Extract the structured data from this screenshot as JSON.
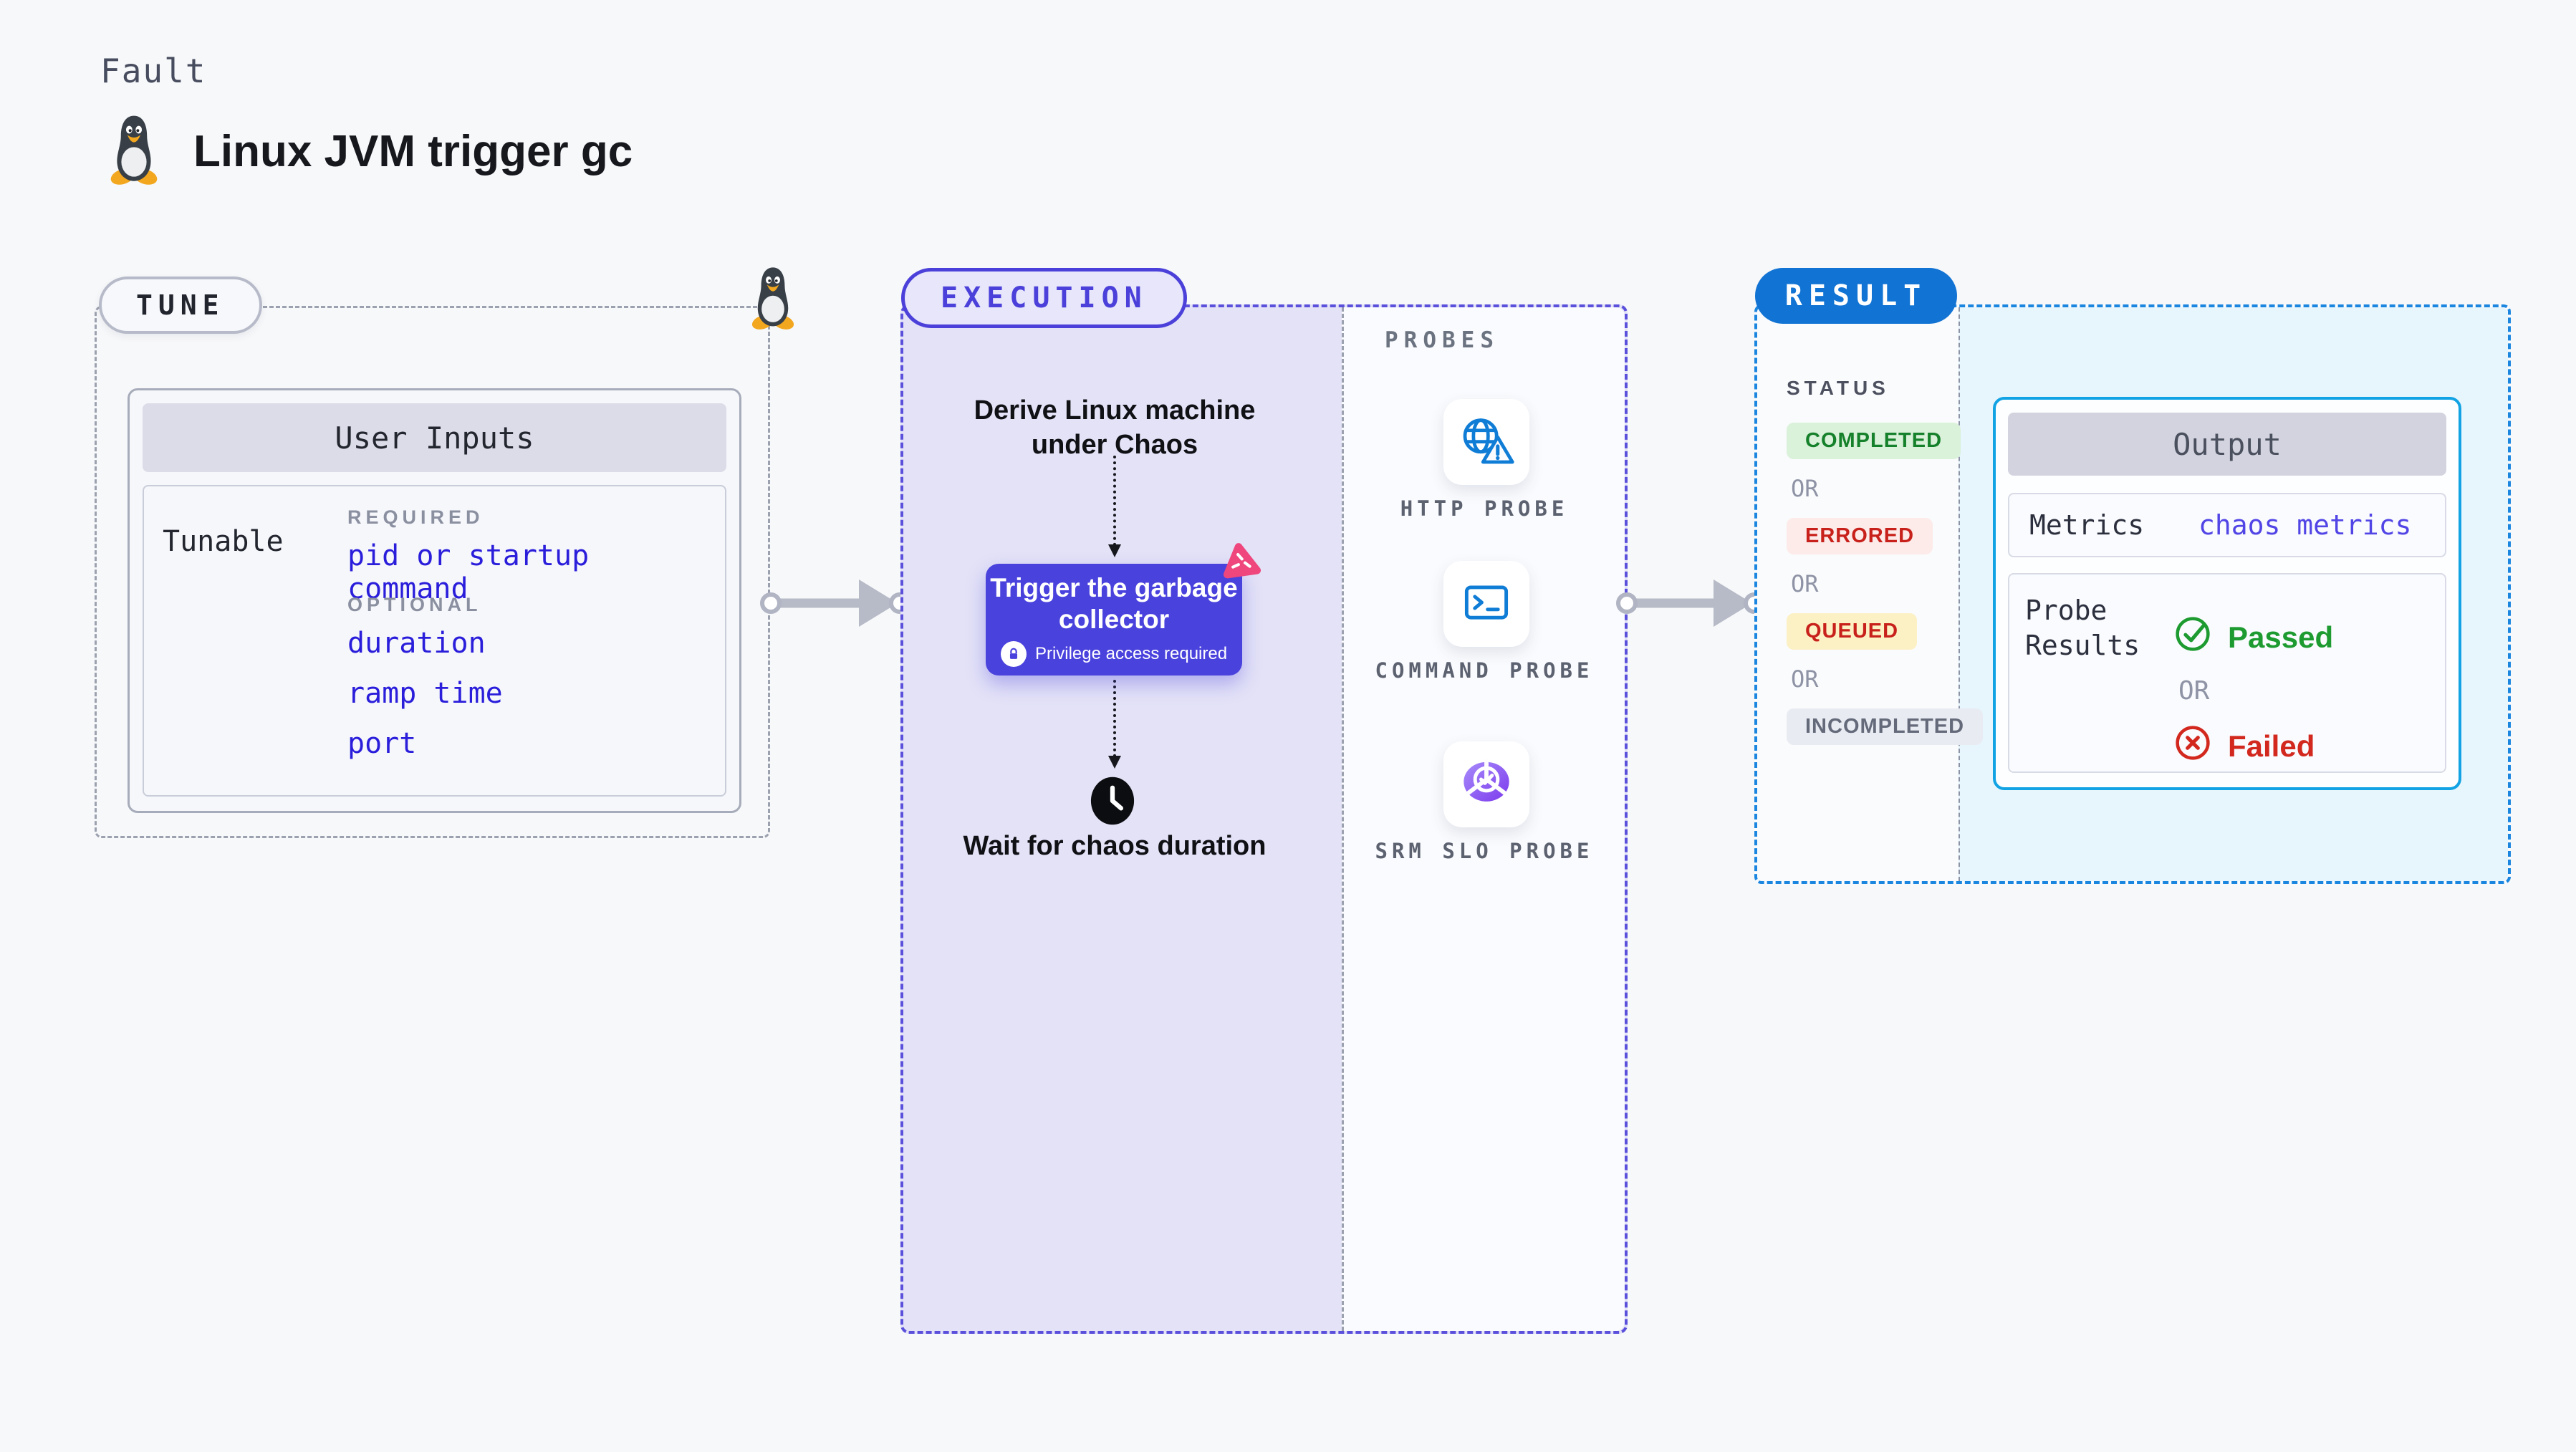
{
  "page": {
    "kicker": "Fault",
    "title": "Linux JVM trigger gc"
  },
  "tune": {
    "label": "TUNE",
    "card": {
      "header": "User Inputs",
      "row_label": "Tunable",
      "required_label": "REQUIRED",
      "required_items": [
        "pid or startup command"
      ],
      "optional_label": "OPTIONAL",
      "optional_items": [
        "duration",
        "ramp time",
        "port"
      ]
    }
  },
  "execution": {
    "label": "EXECUTION",
    "steps": {
      "derive": "Derive Linux machine under Chaos",
      "trigger": "Trigger the garbage collector",
      "privilege": "Privilege access required",
      "wait": "Wait for chaos duration"
    },
    "probes": {
      "label": "PROBES",
      "items": [
        "HTTP PROBE",
        "COMMAND PROBE",
        "SRM SLO PROBE"
      ]
    }
  },
  "result": {
    "label": "RESULT",
    "status": {
      "label": "STATUS",
      "or_label": "OR",
      "badges": [
        {
          "label": "COMPLETED",
          "type": "success"
        },
        {
          "label": "ERRORED",
          "type": "error"
        },
        {
          "label": "QUEUED",
          "type": "warning"
        },
        {
          "label": "INCOMPLETED",
          "type": "neutral"
        }
      ]
    },
    "output": {
      "header": "Output",
      "metrics_label": "Metrics",
      "metrics_value": "chaos metrics",
      "probe_results_label": "Probe Results",
      "passed_label": "Passed",
      "or_label": "OR",
      "failed_label": "Failed"
    }
  },
  "colors": {
    "accent_indigo": "#4a42dd",
    "accent_blue": "#1173d3",
    "output_border_cyan": "#12a3e4",
    "chaos_pink": "#ef467d",
    "probe_icon_blue": "#0f7cd6",
    "slo_purple": "#7c3aed",
    "success_green": "#1d9b30",
    "error_red": "#d2281e",
    "param_link_blue": "#2a1edb",
    "metrics_value_blue": "#5145e6"
  }
}
